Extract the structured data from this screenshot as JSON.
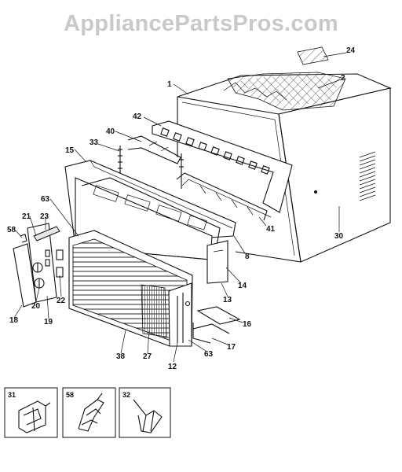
{
  "watermark": "AppliancePartsPros.com",
  "callouts": [
    "1",
    "2",
    "24",
    "42",
    "40",
    "33",
    "15",
    "63",
    "21",
    "23",
    "58",
    "22",
    "20",
    "19",
    "18",
    "38",
    "27",
    "12",
    "63",
    "17",
    "16",
    "13",
    "14",
    "8",
    "41",
    "30"
  ],
  "inset_labels": [
    "31",
    "58",
    "32"
  ]
}
